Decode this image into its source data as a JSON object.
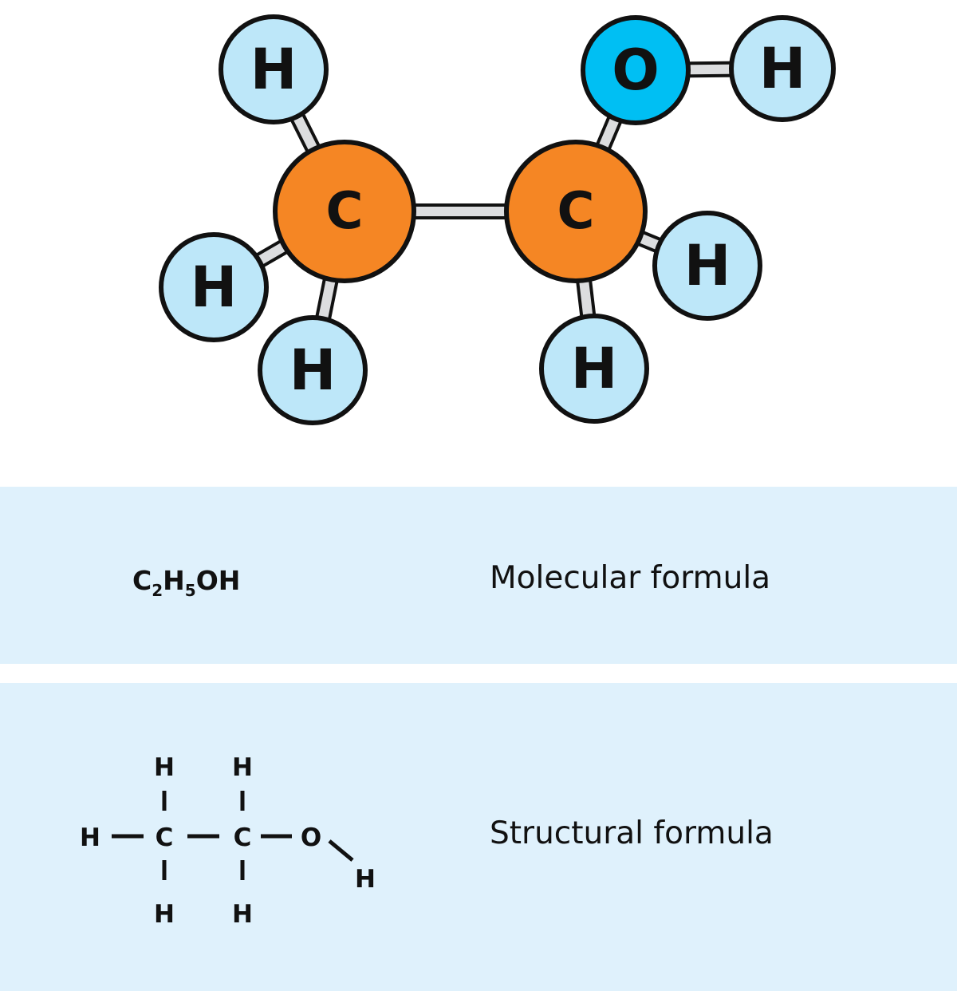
{
  "title": "Ethanol molecule",
  "colors": {
    "carbon": "#f58624",
    "oxygen": "#00bff3",
    "hydrogen": "#bde7f9",
    "bond": "#dcdddf",
    "outline": "#111111",
    "panel_bg": "#dff1fc"
  },
  "model": {
    "atoms": [
      {
        "id": "h1",
        "symbol": "H",
        "element": "hydrogen"
      },
      {
        "id": "c1",
        "symbol": "C",
        "element": "carbon"
      },
      {
        "id": "h2",
        "symbol": "H",
        "element": "hydrogen"
      },
      {
        "id": "h3",
        "symbol": "H",
        "element": "hydrogen"
      },
      {
        "id": "c2",
        "symbol": "C",
        "element": "carbon"
      },
      {
        "id": "o",
        "symbol": "O",
        "element": "oxygen"
      },
      {
        "id": "h4",
        "symbol": "H",
        "element": "hydrogen"
      },
      {
        "id": "h5",
        "symbol": "H",
        "element": "hydrogen"
      },
      {
        "id": "h6",
        "symbol": "H",
        "element": "hydrogen"
      }
    ],
    "bonds": [
      [
        "c1",
        "h1"
      ],
      [
        "c1",
        "h2"
      ],
      [
        "c1",
        "h3"
      ],
      [
        "c1",
        "c2"
      ],
      [
        "c2",
        "o"
      ],
      [
        "o",
        "h4"
      ],
      [
        "c2",
        "h5"
      ],
      [
        "c2",
        "h6"
      ]
    ]
  },
  "molecular": {
    "formula_parts": [
      {
        "text": "C",
        "sub": "2"
      },
      {
        "text": "H",
        "sub": "5"
      },
      {
        "text": "OH",
        "sub": ""
      }
    ],
    "label": "Molecular formula"
  },
  "structural": {
    "atoms": {
      "h_left": "H",
      "c1": "C",
      "c2": "C",
      "o": "O",
      "c1_top": "H",
      "c1_bottom": "H",
      "c2_top": "H",
      "c2_bottom": "H",
      "o_h": "H"
    },
    "label": "Structural formula"
  }
}
